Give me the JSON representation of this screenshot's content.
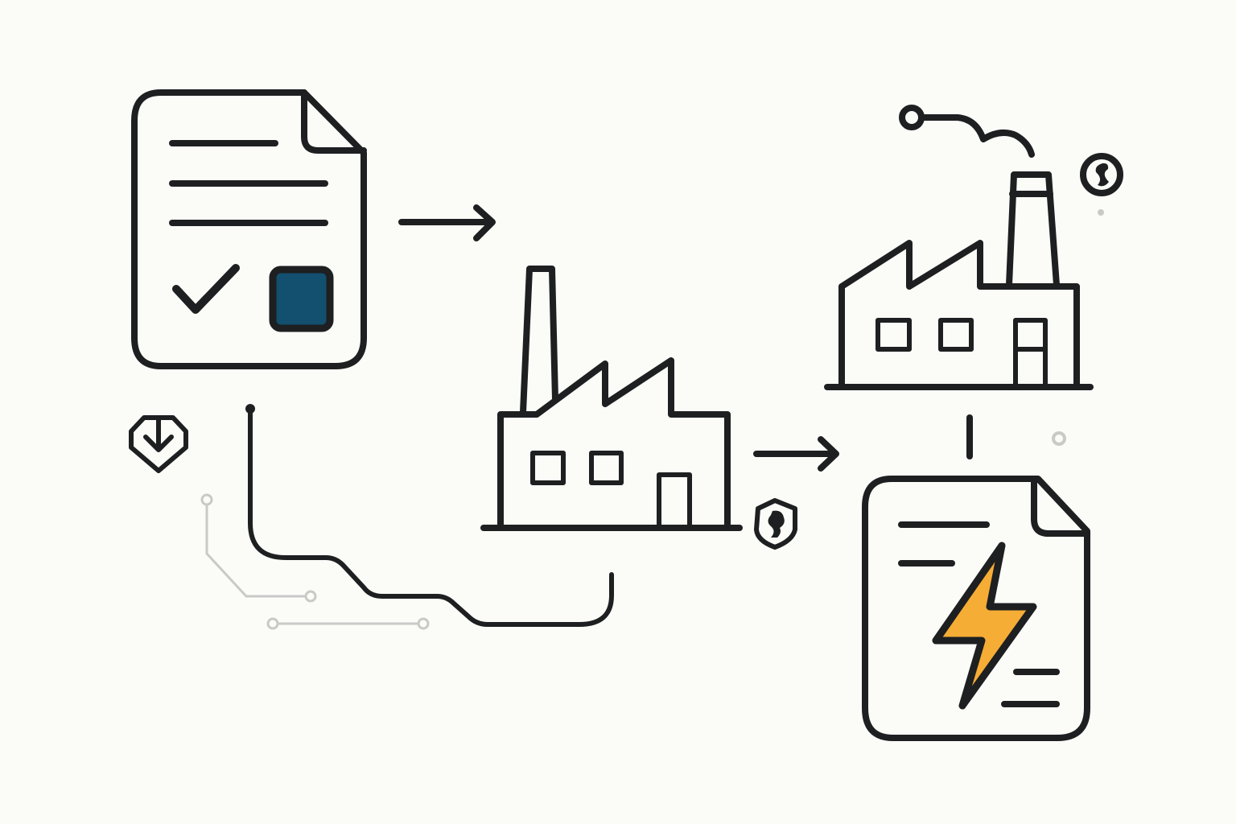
{
  "diagram": {
    "title": "",
    "colors": {
      "background": "#fbfbf8",
      "stroke": "#1d1f20",
      "accent_blue": "#134f6e",
      "accent_orange": "#f5ad36",
      "muted_grey": "#c9c9c7"
    },
    "nodes": [
      {
        "id": "source-document",
        "icon": "document-checklist-icon",
        "label": ""
      },
      {
        "id": "factory-1",
        "icon": "factory-icon",
        "label": ""
      },
      {
        "id": "factory-2",
        "icon": "factory-icon",
        "label": ""
      },
      {
        "id": "energy-document",
        "icon": "document-lightning-icon",
        "label": ""
      }
    ],
    "badges": [
      {
        "icon": "download-shield-icon"
      },
      {
        "icon": "leaf-shield-icon"
      },
      {
        "icon": "globe-circle-icon"
      }
    ],
    "edges": [
      {
        "from": "source-document",
        "to": "factory-1",
        "style": "arrow"
      },
      {
        "from": "factory-1",
        "to": "factory-2",
        "style": "arrow"
      },
      {
        "from": "factory-2",
        "to": "energy-document",
        "style": "line"
      },
      {
        "from": "source-document",
        "to": "factory-1",
        "style": "circuit-path"
      }
    ]
  }
}
